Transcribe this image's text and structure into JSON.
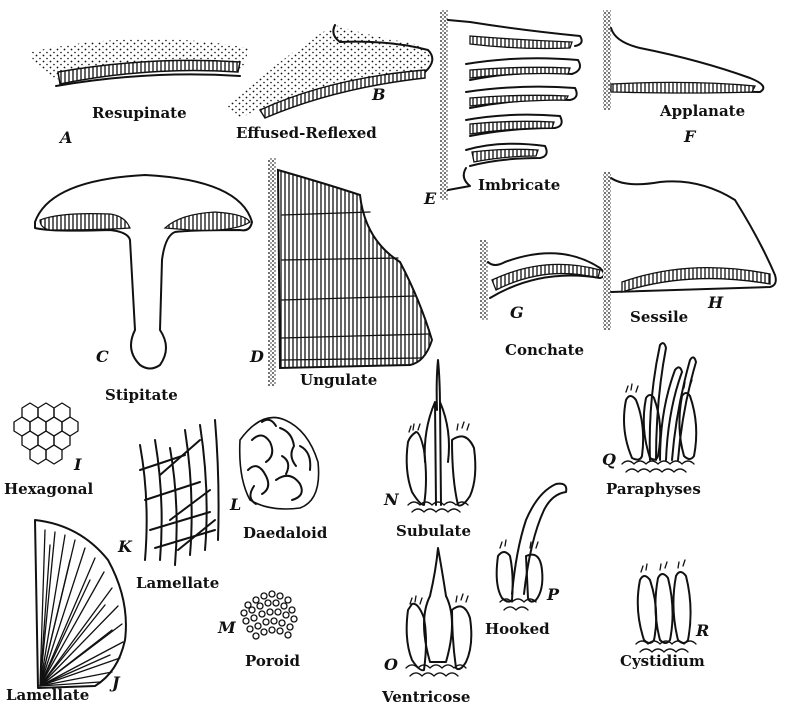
{
  "labels": {
    "A": {
      "letter": "A",
      "name": "Resupinate"
    },
    "B": {
      "letter": "B",
      "name": "Effused-Reflexed"
    },
    "C": {
      "letter": "C",
      "name": "Stipitate"
    },
    "D": {
      "letter": "D",
      "name": "Ungulate"
    },
    "E": {
      "letter": "E",
      "name": "Imbricate"
    },
    "F": {
      "letter": "F",
      "name": "Applanate"
    },
    "G": {
      "letter": "G",
      "name": "Conchate"
    },
    "H": {
      "letter": "H",
      "name": "Sessile"
    },
    "I": {
      "letter": "I",
      "name": "Hexagonal"
    },
    "J": {
      "letter": "J",
      "name": "Lamellate"
    },
    "K": {
      "letter": "K",
      "name": "Lamellate"
    },
    "L": {
      "letter": "L",
      "name": "Daedaloid"
    },
    "M": {
      "letter": "M",
      "name": "Poroid"
    },
    "N": {
      "letter": "N",
      "name": "Subulate"
    },
    "O": {
      "letter": "O",
      "name": "Ventricose"
    },
    "P": {
      "letter": "P",
      "name": "Hooked"
    },
    "Q": {
      "letter": "Q",
      "name": "Paraphyses"
    },
    "R": {
      "letter": "R",
      "name": "Cystidium"
    }
  }
}
